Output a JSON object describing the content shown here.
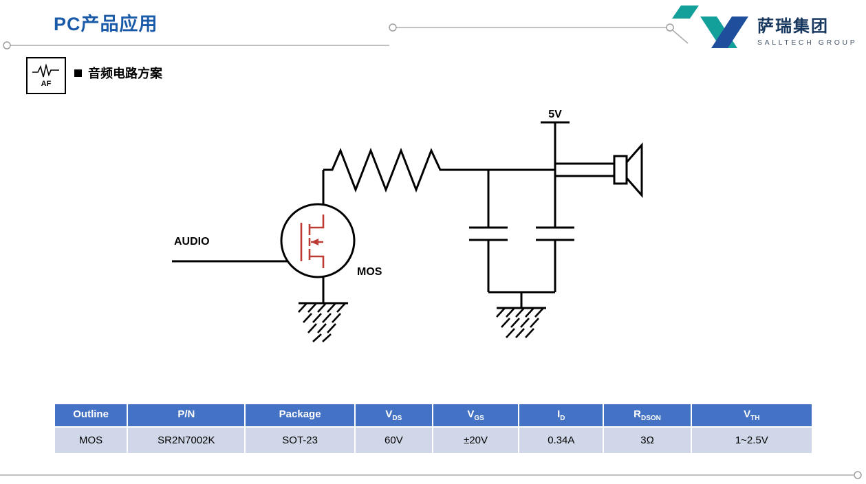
{
  "slide": {
    "title": "PC产品应用"
  },
  "logo": {
    "name_cn": "萨瑞集团",
    "name_en": "SALLTECH GROUP"
  },
  "section": {
    "icon_label": "AF",
    "heading": "音频电路方案"
  },
  "circuit": {
    "supply_label": "5V",
    "input_label": "AUDIO",
    "device_label": "MOS"
  },
  "table": {
    "headers": [
      {
        "main": "Outline",
        "sub": ""
      },
      {
        "main": "P/N",
        "sub": ""
      },
      {
        "main": "Package",
        "sub": ""
      },
      {
        "main": "V",
        "sub": "DS"
      },
      {
        "main": "V",
        "sub": "GS"
      },
      {
        "main": "I",
        "sub": "D"
      },
      {
        "main": "R",
        "sub": "DSON"
      },
      {
        "main": "V",
        "sub": "TH"
      }
    ],
    "rows": [
      [
        "MOS",
        "SR2N7002K",
        "SOT-23",
        "60V",
        "±20V",
        "0.34A",
        "3Ω",
        "1~2.5V"
      ]
    ]
  },
  "colors": {
    "title_blue": "#1A5BA9",
    "table_header_blue": "#4472C4",
    "table_row_bg": "#D0D7E9",
    "mosfet_red": "#BE3A34",
    "logo_teal": "#14A09A",
    "logo_navy": "#17375E",
    "decor_gray": "#ABABAB"
  }
}
